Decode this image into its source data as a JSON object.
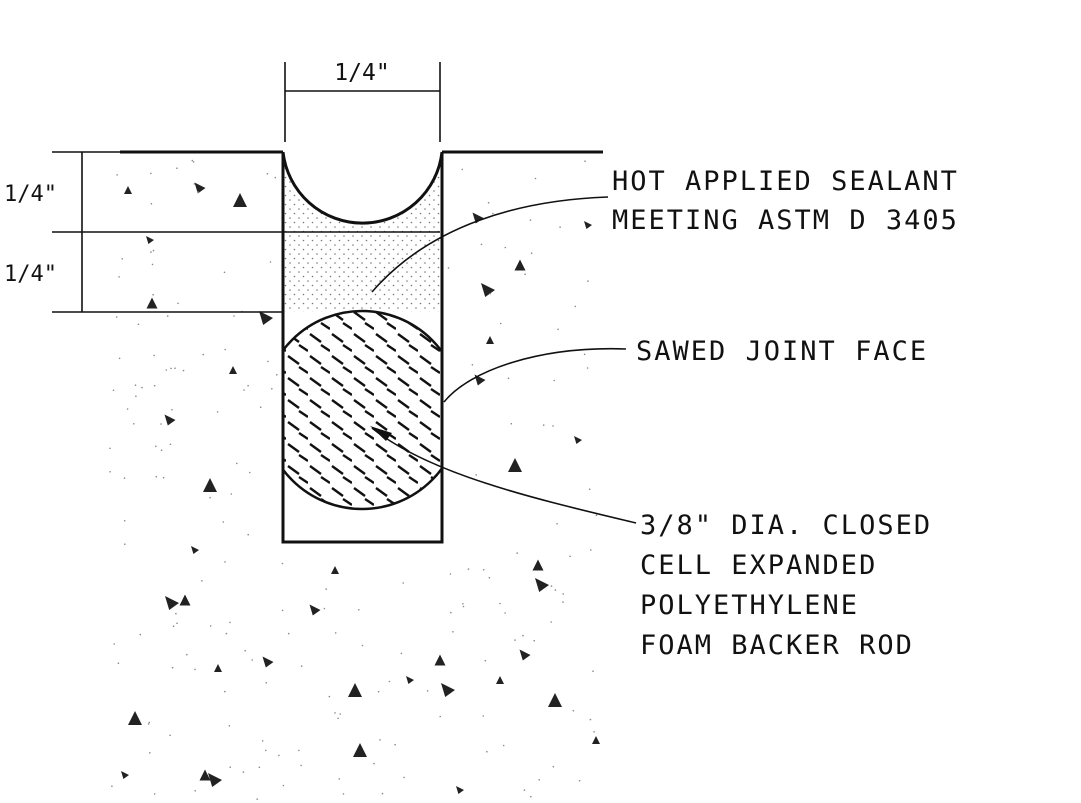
{
  "dimensions": {
    "joint_width": "1/4\"",
    "sealant_depth": "1/4\"",
    "recess_depth": "1/4\""
  },
  "callouts": {
    "sealant": [
      "HOT APPLIED SEALANT",
      "MEETING ASTM D 3405"
    ],
    "joint_face": [
      "SAWED JOINT FACE"
    ],
    "backer_rod": [
      "3/8\" DIA. CLOSED",
      "CELL EXPANDED",
      "POLYETHYLENE",
      "FOAM BACKER ROD"
    ]
  }
}
